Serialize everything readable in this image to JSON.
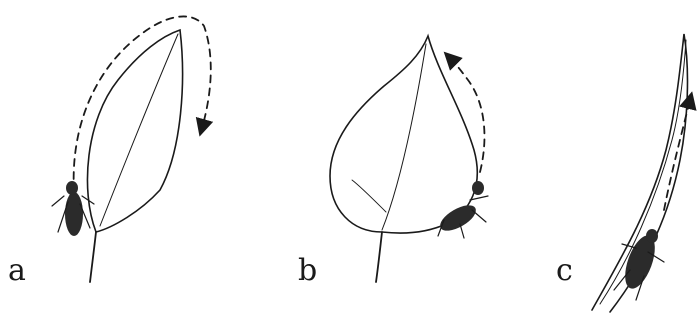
{
  "panels": [
    {
      "label": "a"
    },
    {
      "label": "b"
    },
    {
      "label": "c"
    }
  ],
  "colors": {
    "ink": "#1a1a1a",
    "background": "#ffffff"
  }
}
